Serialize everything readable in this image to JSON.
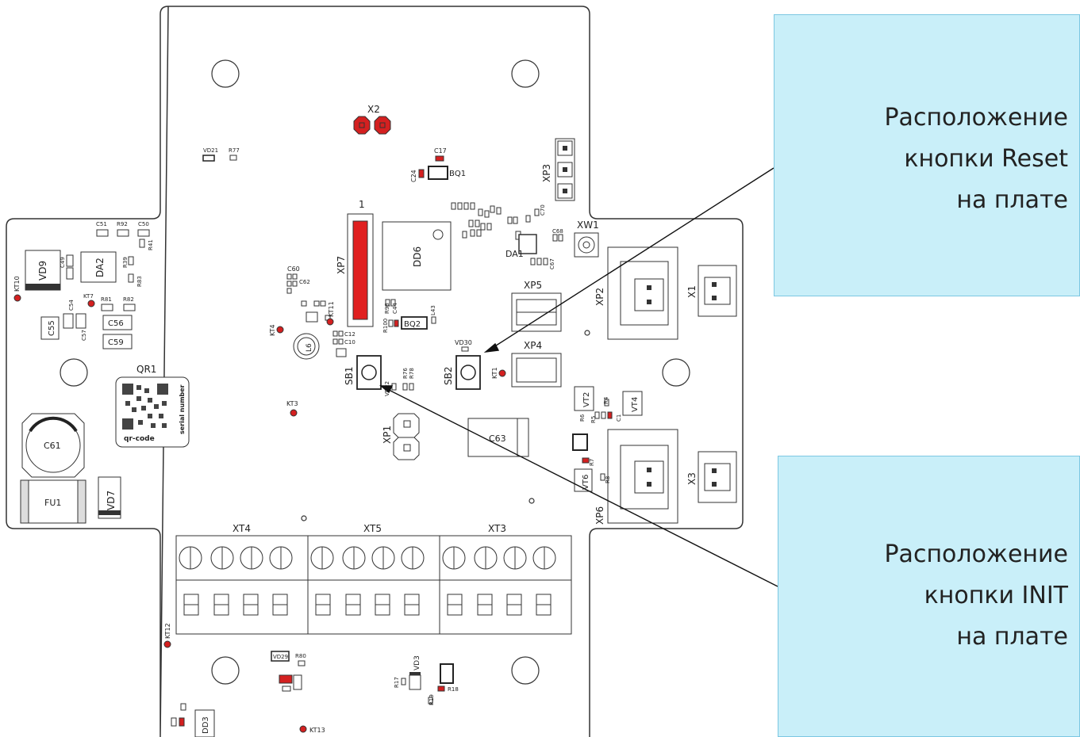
{
  "callouts": {
    "reset": {
      "line1": "Расположение",
      "line2": "кнопки Reset",
      "line3": "на плате"
    },
    "init": {
      "line1": "Расположение",
      "line2": "кнопки INIT",
      "line3": "на плате"
    }
  },
  "labels": {
    "x2": "X2",
    "xp3": "XP3",
    "xp7": "XP7",
    "xp7_pin": "1",
    "dd6": "DD6",
    "xw1": "XW1",
    "xp5": "XP5",
    "xp4": "XP4",
    "xp2": "XP2",
    "x1": "X1",
    "da1": "DA1",
    "bq1": "BQ1",
    "bq2": "BQ2",
    "sb1": "SB1",
    "sb2": "SB2",
    "vd30": "VD30",
    "kt1": "KT1",
    "vt2": "VT2",
    "vt4": "VT4",
    "xp1": "XP1",
    "c63": "C63",
    "x3": "X3",
    "xp6": "XP6",
    "vt6": "VT6",
    "vd9": "VD9",
    "da2": "DA2",
    "kt10": "KT10",
    "kt7": "KT7",
    "c55": "C55",
    "c56": "C56",
    "c59": "C59",
    "qr1": "QR1",
    "c61": "C61",
    "fu1": "FU1",
    "vd7": "VD7",
    "l6": "L6",
    "kt11": "KT11",
    "kt4": "KT4",
    "kt3": "KT3",
    "c60": "C60",
    "c17": "C17",
    "c24": "C24",
    "vd21": "VD21",
    "r77": "R77",
    "c51": "C51",
    "r92": "R92",
    "c50": "C50",
    "r41": "R41",
    "r39": "R39",
    "r83": "R83",
    "r81": "R81",
    "r82": "R82",
    "c54": "C54",
    "c57": "C57",
    "c49": "C49",
    "xt4": "XT4",
    "xt5": "XT5",
    "xt3": "XT3",
    "kt12": "KT12",
    "kt13": "KT13",
    "vd29": "VD29",
    "r80": "R80",
    "vd3": "VD3",
    "dd3": "DD3",
    "r17": "R17",
    "r18": "R18",
    "r19": "R19",
    "qr_line1": "qr-code",
    "qr_line2": "serial number",
    "vd22": "VD22",
    "r76": "R76",
    "r78": "R78",
    "r98": "R98",
    "c44": "C44",
    "l43": "L43",
    "r100": "R100",
    "c12": "C12",
    "c10": "C10",
    "c62": "C62",
    "r4": "R4",
    "r5": "R5",
    "r6": "R6",
    "r7": "R7",
    "r8": "R8",
    "c67": "C67",
    "c68": "C68",
    "c70": "C70",
    "c1": "C1"
  }
}
